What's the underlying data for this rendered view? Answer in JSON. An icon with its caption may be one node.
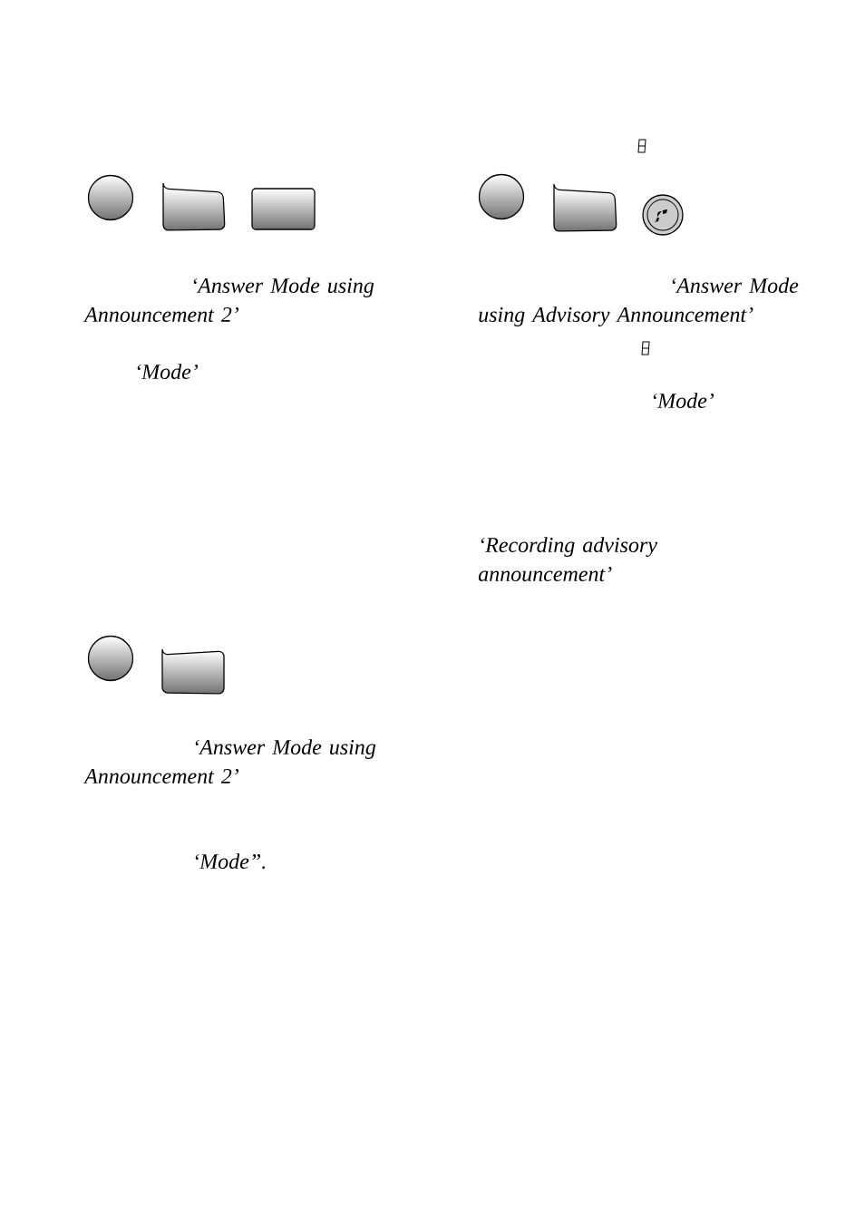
{
  "diagram": {
    "labels": [
      "‘Answer Mode using Announcement 2’",
      "‘Mode’",
      "‘Answer Mode using Announcement 2’",
      "‘Mode”.",
      "‘Answer Mode using Advisory Announcement’",
      "‘Mode’",
      "‘Recording advisory announcement’"
    ]
  }
}
